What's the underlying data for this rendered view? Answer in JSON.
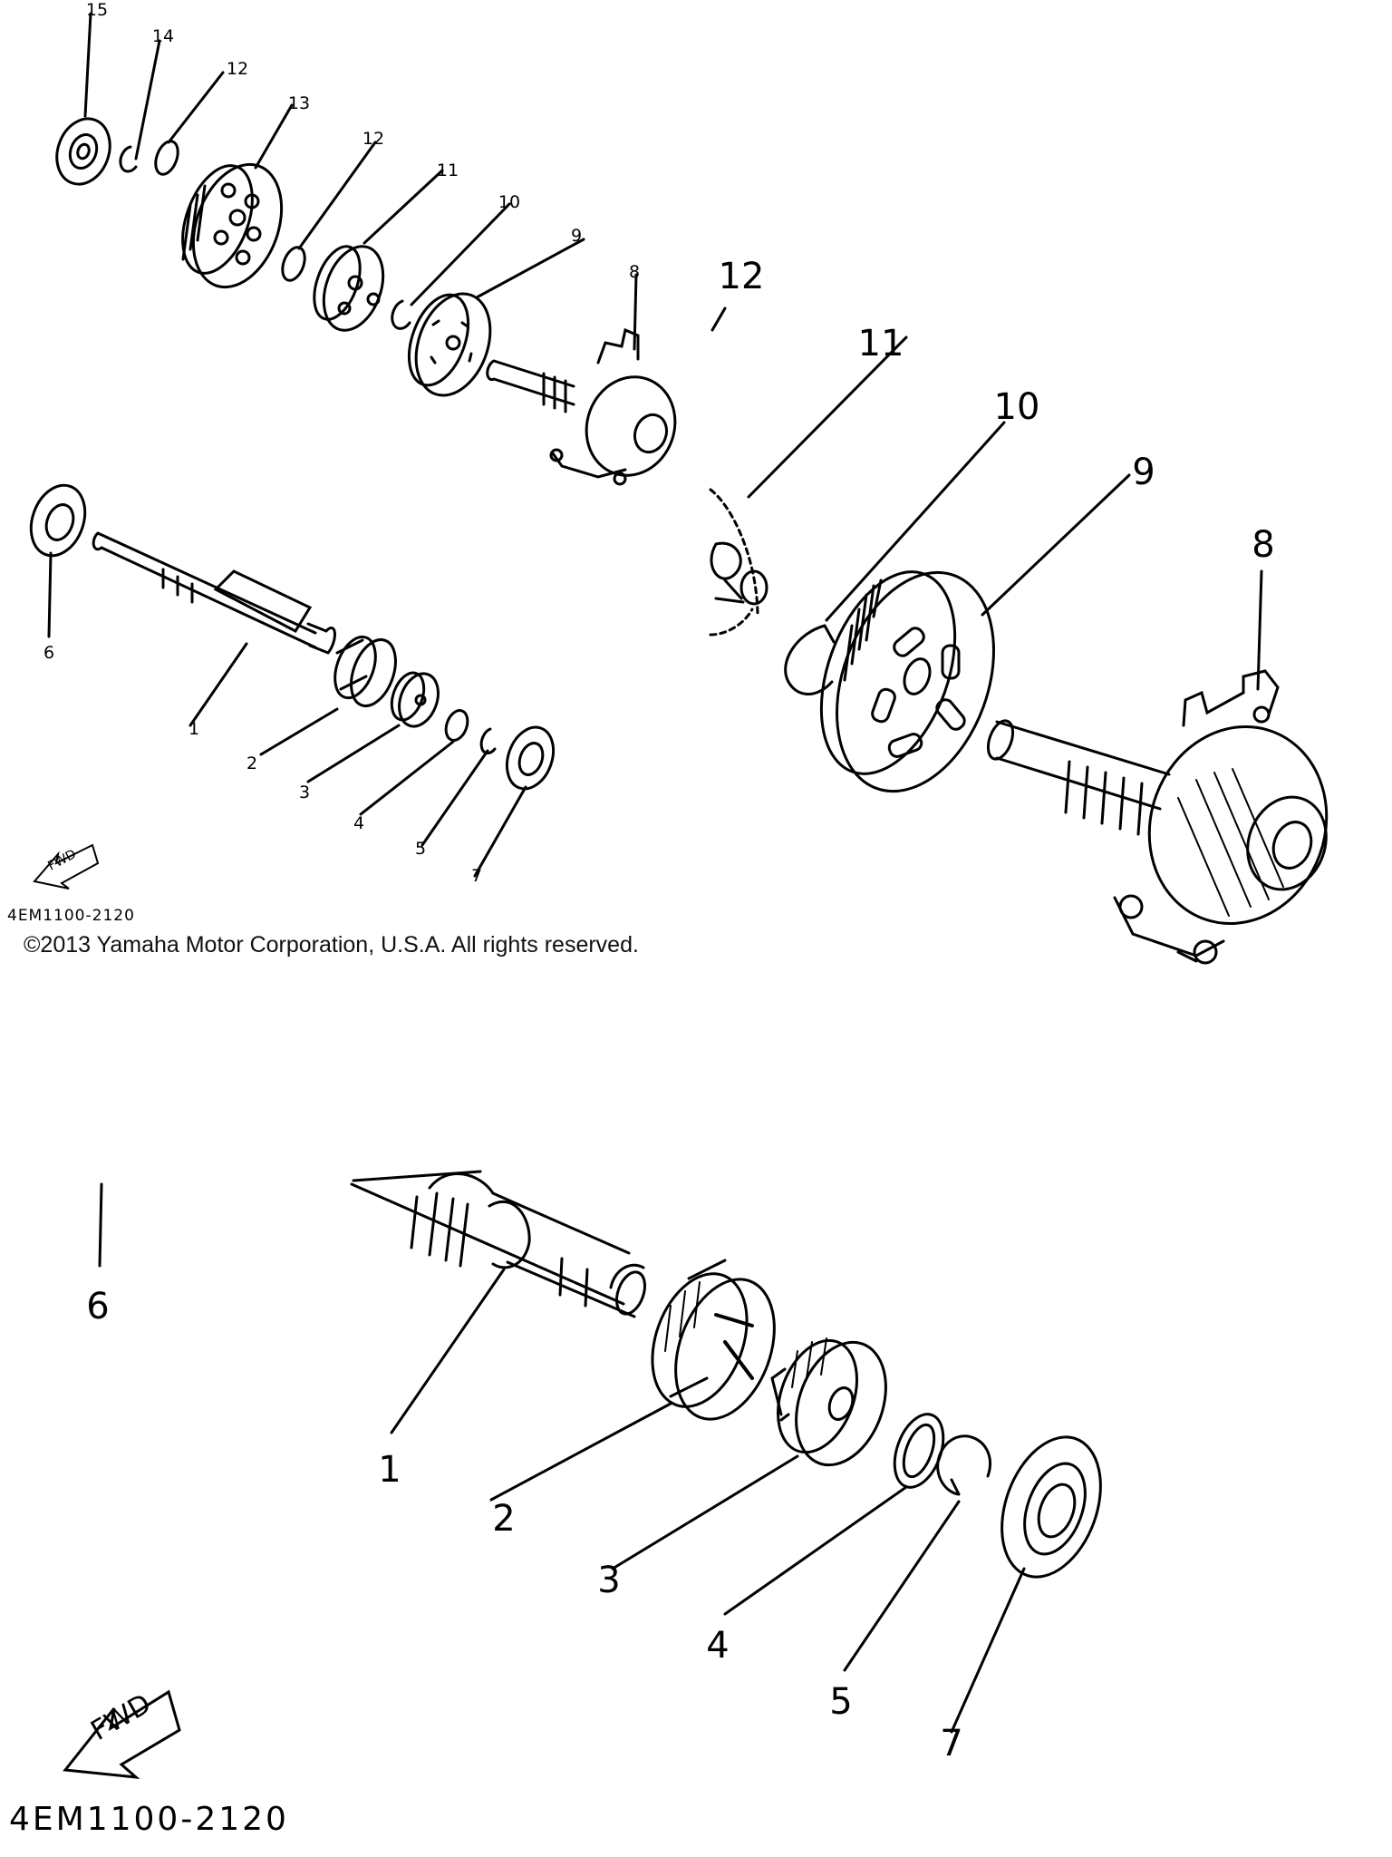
{
  "diagram": {
    "copyright": "©2013 Yamaha Motor Corporation, U.S.A. All rights reserved.",
    "diagram_code_small": "4EM1100-2120",
    "diagram_code_large": "4EM1100-2120",
    "fwd_label_small": "FWD",
    "fwd_label_large": "FWD",
    "overview_labels": [
      "15",
      "14",
      "12",
      "13",
      "12",
      "11",
      "10",
      "9",
      "8",
      "6",
      "1",
      "2",
      "3",
      "4",
      "5",
      "7"
    ],
    "detail_upper_labels": [
      "12",
      "11",
      "10",
      "9",
      "8"
    ],
    "detail_lower_labels": [
      "6",
      "1",
      "2",
      "3",
      "4",
      "5",
      "7"
    ]
  }
}
